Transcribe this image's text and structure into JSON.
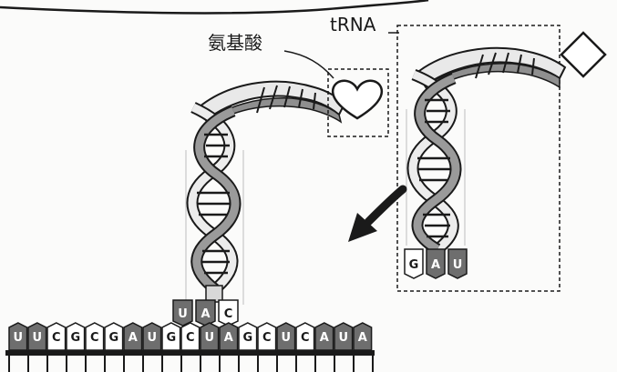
{
  "labels": {
    "amino_acid": "氨基酸",
    "trna": "tRNA"
  },
  "mrna_bases": [
    "U",
    "U",
    "C",
    "G",
    "C",
    "G",
    "A",
    "U",
    "G",
    "C",
    "U",
    "A",
    "G",
    "C",
    "U",
    "C",
    "A",
    "U",
    "A"
  ],
  "mrna_dark": [
    true,
    true,
    false,
    false,
    false,
    false,
    true,
    true,
    false,
    false,
    true,
    true,
    false,
    false,
    true,
    false,
    true,
    true,
    true
  ],
  "bound_anticodon": [
    "U",
    "A",
    "C"
  ],
  "bound_anticodon_dark": [
    true,
    true,
    false
  ],
  "free_anticodon": [
    "G",
    "A",
    "U"
  ],
  "free_anticodon_dark": [
    false,
    true,
    true
  ],
  "colors": {
    "ink": "#1a1a1a",
    "dark_base": "#6e6e6e",
    "light_base": "#ffffff",
    "strand_light": "#e9e9e9",
    "strand_dark": "#9a9a9a"
  }
}
